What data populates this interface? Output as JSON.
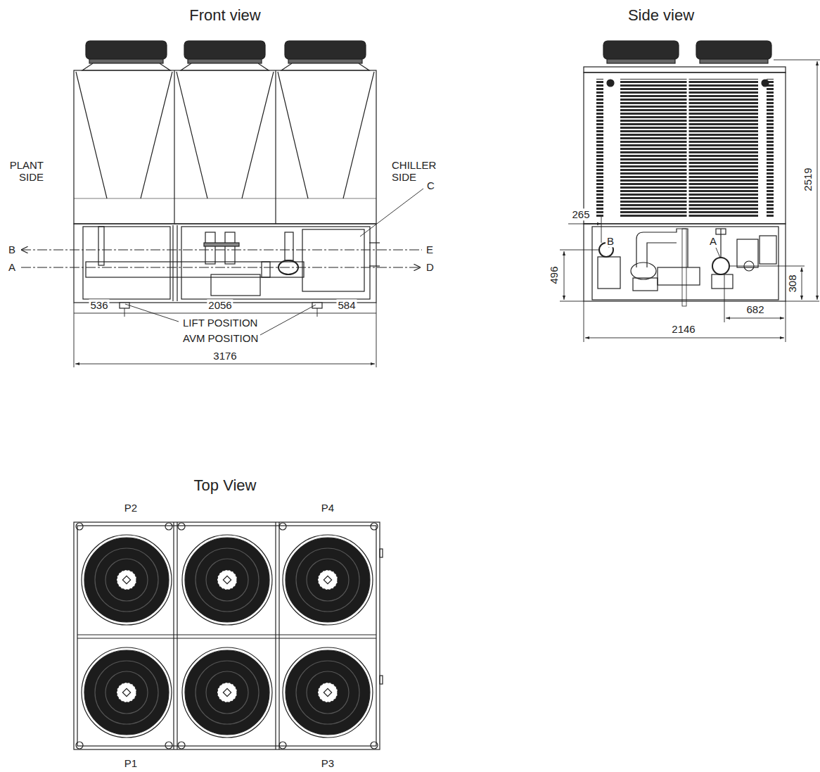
{
  "diagram": {
    "labels": [
      "Front view",
      "Side view",
      "PLANT SIDE",
      "CHILLER SIDE",
      "C",
      "B",
      "E",
      "A",
      "D",
      "536",
      "2056",
      "584",
      "LIFT POSITION",
      "AVM POSITION",
      "3176",
      "2519",
      "265",
      "B",
      "A",
      "496",
      "308",
      "682",
      "2146",
      "Top View",
      "P2",
      "P4",
      "P1",
      "P3"
    ]
  }
}
